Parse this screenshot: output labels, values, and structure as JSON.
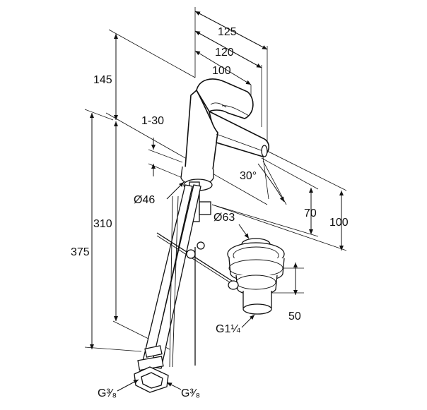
{
  "dimensions": {
    "d125": "125",
    "d120": "120",
    "d100_top": "100",
    "d145": "145",
    "d1_30": "1-30",
    "angle30": "30°",
    "d46": "Ø46",
    "d70": "70",
    "d100_right": "100",
    "d63": "Ø63",
    "d310": "310",
    "d375": "375",
    "d50": "50",
    "g114": "G1¼",
    "g38_left": "G³⁄₈",
    "g38_right": "G³⁄₈"
  }
}
